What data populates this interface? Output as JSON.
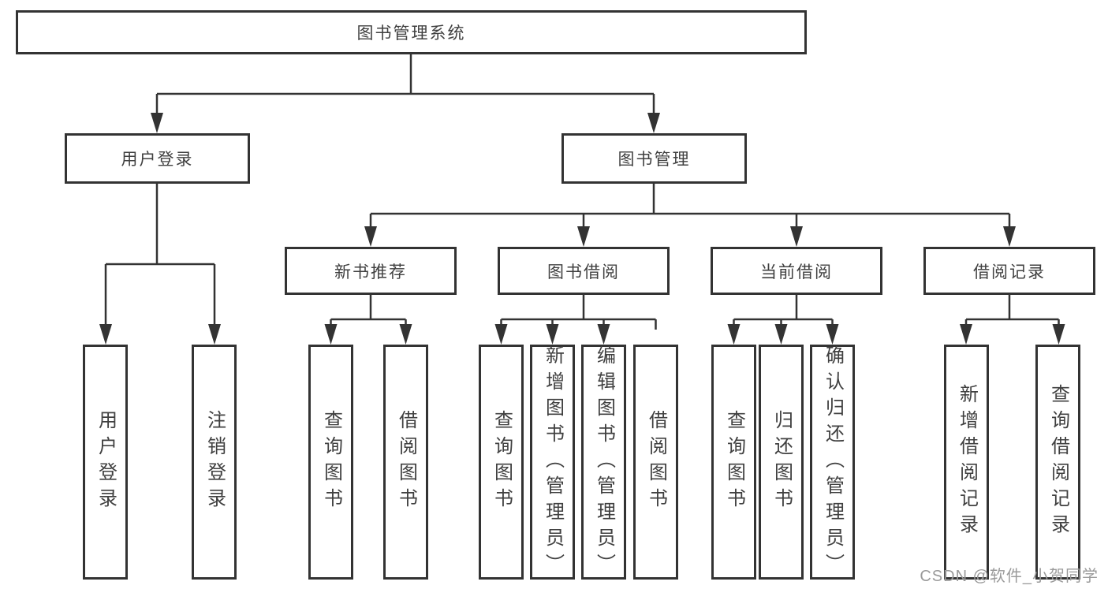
{
  "tree": {
    "root": {
      "label": "图书管理系统"
    },
    "children": [
      {
        "label": "用户登录",
        "children": [
          {
            "label": "用户登录"
          },
          {
            "label": "注销登录"
          }
        ]
      },
      {
        "label": "图书管理",
        "children": [
          {
            "label": "新书推荐",
            "children": [
              {
                "label": "查询图书"
              },
              {
                "label": "借阅图书"
              }
            ]
          },
          {
            "label": "图书借阅",
            "children": [
              {
                "label": "查询图书"
              },
              {
                "label": "新增图书（管理员）"
              },
              {
                "label": "编辑图书（管理员）"
              },
              {
                "label": "借阅图书"
              }
            ]
          },
          {
            "label": "当前借阅",
            "children": [
              {
                "label": "查询图书"
              },
              {
                "label": "归还图书"
              },
              {
                "label": "确认归还（管理员）"
              }
            ]
          },
          {
            "label": "借阅记录",
            "children": [
              {
                "label": "新增借阅记录"
              },
              {
                "label": "查询借阅记录"
              }
            ]
          }
        ]
      }
    ]
  },
  "watermark": {
    "text": "CSDN @软件_小贺同学"
  },
  "colors": {
    "line": "#333333",
    "box_border": "#333333",
    "text": "#404040",
    "watermark": "#9a9a9a",
    "background": "#ffffff"
  }
}
